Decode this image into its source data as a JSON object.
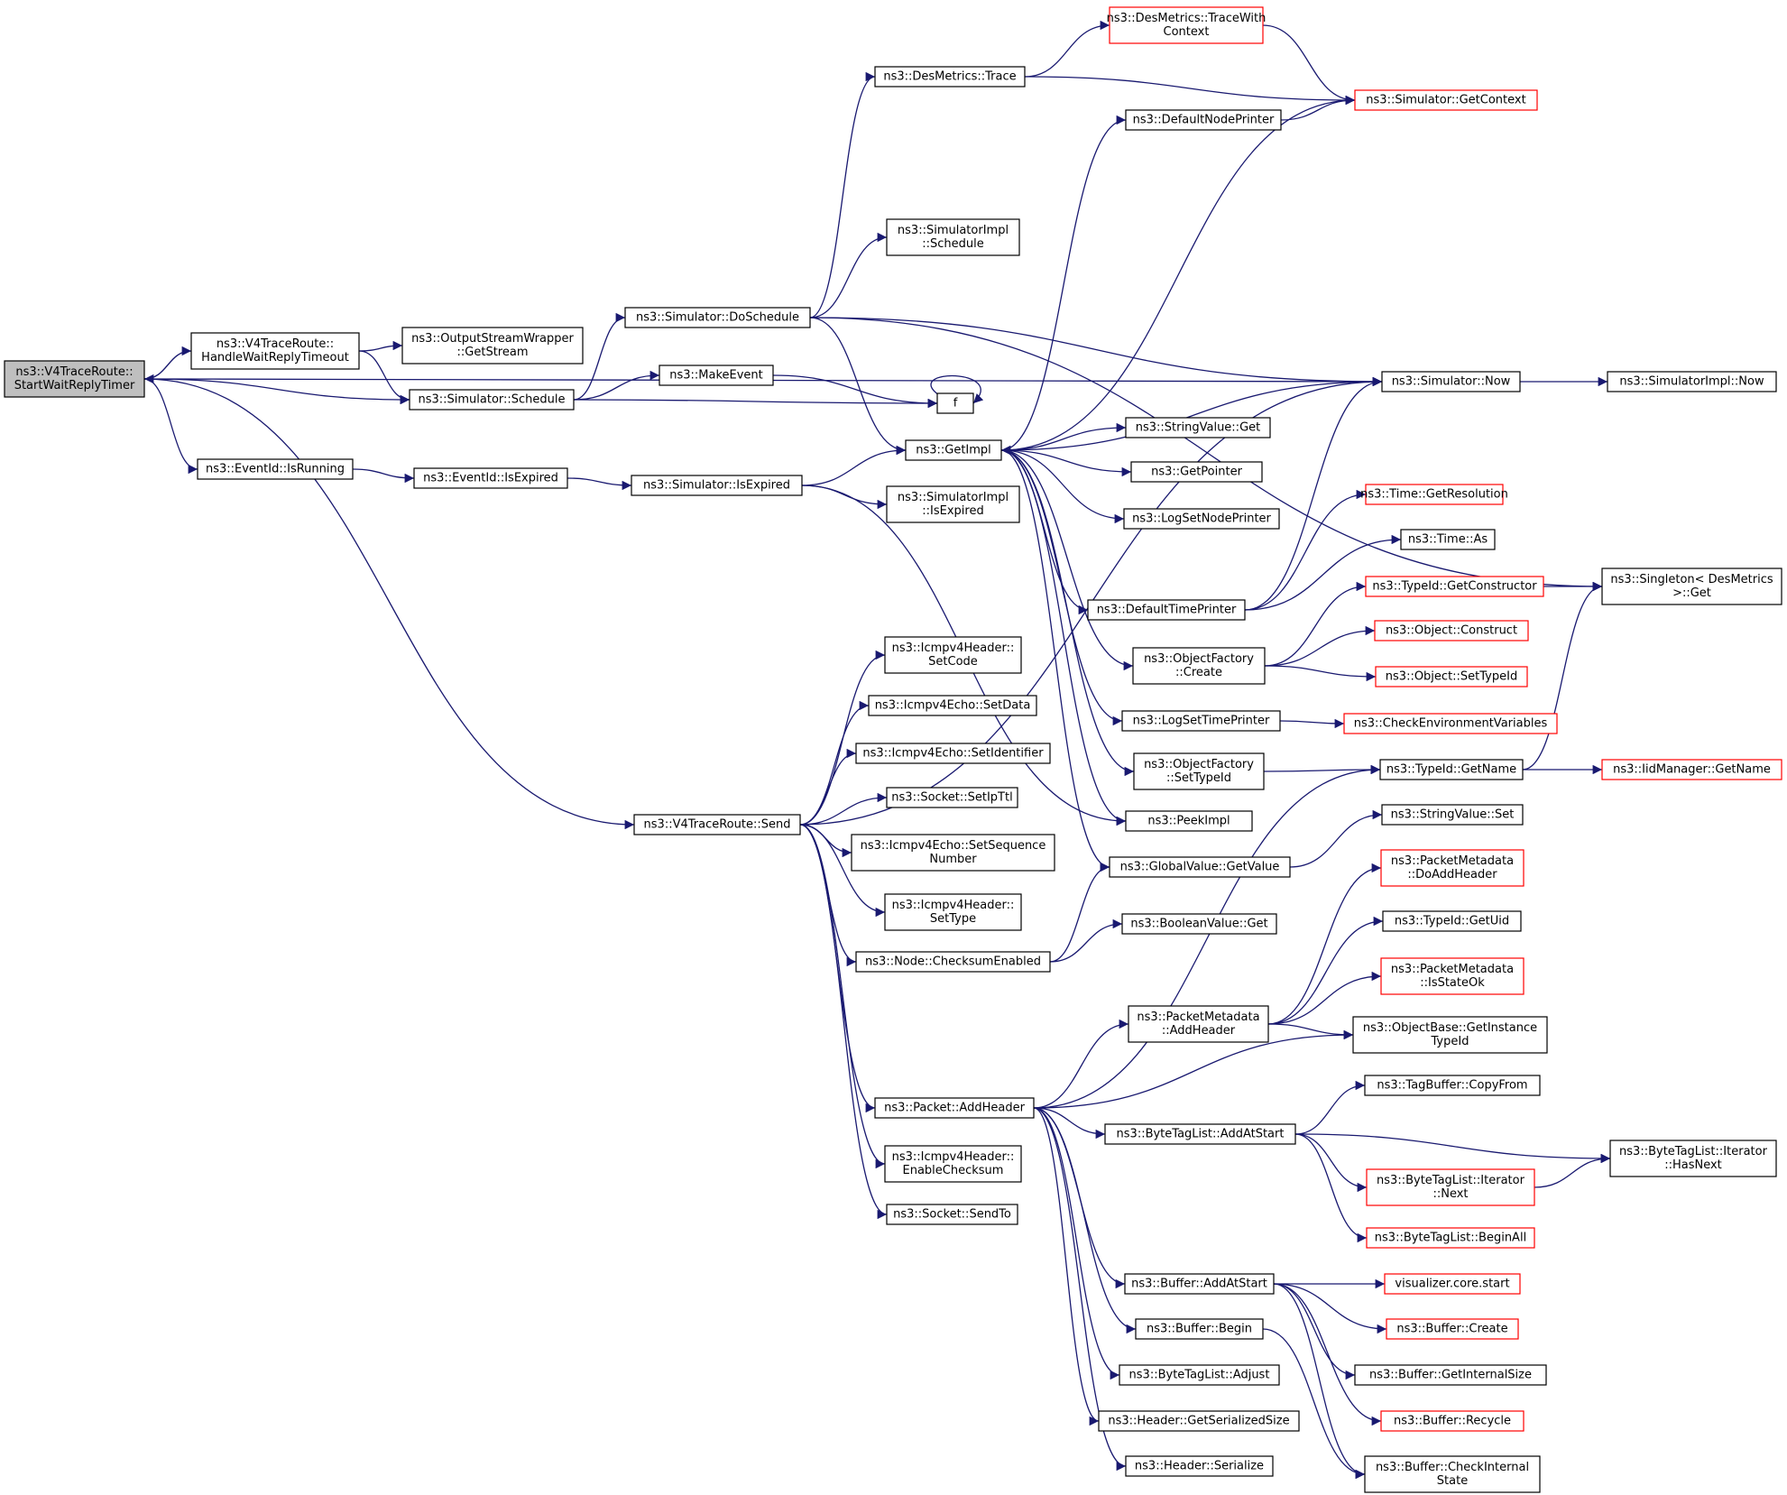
{
  "graph": {
    "nodes": [
      {
        "id": "root",
        "lines": [
          "ns3::V4TraceRoute::",
          "StartWaitReplyTimer"
        ],
        "style": "root"
      },
      {
        "id": "handle",
        "lines": [
          "ns3::V4TraceRoute::",
          "HandleWaitReplyTimeout"
        ]
      },
      {
        "id": "osw",
        "lines": [
          "ns3::OutputStreamWrapper",
          "::GetStream"
        ]
      },
      {
        "id": "schedule",
        "lines": [
          "ns3::Simulator::Schedule"
        ]
      },
      {
        "id": "doschedule",
        "lines": [
          "ns3::Simulator::DoSchedule"
        ]
      },
      {
        "id": "makeevent",
        "lines": [
          "ns3::MakeEvent"
        ]
      },
      {
        "id": "f",
        "lines": [
          "f"
        ]
      },
      {
        "id": "desmetrics",
        "lines": [
          "ns3::DesMetrics::Trace"
        ]
      },
      {
        "id": "tracewith",
        "lines": [
          "ns3::DesMetrics::TraceWith",
          "Context"
        ],
        "style": "red"
      },
      {
        "id": "getcontext",
        "lines": [
          "ns3::Simulator::GetContext"
        ],
        "style": "red"
      },
      {
        "id": "defnodeprinter",
        "lines": [
          "ns3::DefaultNodePrinter"
        ]
      },
      {
        "id": "simimplsched",
        "lines": [
          "ns3::SimulatorImpl",
          "::Schedule"
        ]
      },
      {
        "id": "now",
        "lines": [
          "ns3::Simulator::Now"
        ]
      },
      {
        "id": "simimplnow",
        "lines": [
          "ns3::SimulatorImpl::Now"
        ]
      },
      {
        "id": "getimpl",
        "lines": [
          "ns3::GetImpl"
        ]
      },
      {
        "id": "strget",
        "lines": [
          "ns3::StringValue::Get"
        ]
      },
      {
        "id": "getpointer",
        "lines": [
          "ns3::GetPointer"
        ]
      },
      {
        "id": "logsetnode",
        "lines": [
          "ns3::LogSetNodePrinter"
        ]
      },
      {
        "id": "isrunning",
        "lines": [
          "ns3::EventId::IsRunning"
        ]
      },
      {
        "id": "evexpired",
        "lines": [
          "ns3::EventId::IsExpired"
        ]
      },
      {
        "id": "simexpired",
        "lines": [
          "ns3::Simulator::IsExpired"
        ]
      },
      {
        "id": "simimplexpired",
        "lines": [
          "ns3::SimulatorImpl",
          "::IsExpired"
        ]
      },
      {
        "id": "timeres",
        "lines": [
          "ns3::Time::GetResolution"
        ],
        "style": "red"
      },
      {
        "id": "timeas",
        "lines": [
          "ns3::Time::As"
        ]
      },
      {
        "id": "deftimeprinter",
        "lines": [
          "ns3::DefaultTimePrinter"
        ]
      },
      {
        "id": "getctor",
        "lines": [
          "ns3::TypeId::GetConstructor"
        ],
        "style": "red"
      },
      {
        "id": "singleton",
        "lines": [
          "ns3::Singleton< DesMetrics",
          ">::Get"
        ]
      },
      {
        "id": "objconstruct",
        "lines": [
          "ns3::Object::Construct"
        ],
        "style": "red"
      },
      {
        "id": "ofcreate",
        "lines": [
          "ns3::ObjectFactory",
          "::Create"
        ]
      },
      {
        "id": "objsettype",
        "lines": [
          "ns3::Object::SetTypeId"
        ],
        "style": "red"
      },
      {
        "id": "logsettime",
        "lines": [
          "ns3::LogSetTimePrinter"
        ]
      },
      {
        "id": "checkenv",
        "lines": [
          "ns3::CheckEnvironmentVariables"
        ],
        "style": "red"
      },
      {
        "id": "ofsettype",
        "lines": [
          "ns3::ObjectFactory",
          "::SetTypeId"
        ]
      },
      {
        "id": "tidgetname",
        "lines": [
          "ns3::TypeId::GetName"
        ]
      },
      {
        "id": "iidgetname",
        "lines": [
          "ns3::IidManager::GetName"
        ],
        "style": "red"
      },
      {
        "id": "peekimpl",
        "lines": [
          "ns3::PeekImpl"
        ]
      },
      {
        "id": "strset",
        "lines": [
          "ns3::StringValue::Set"
        ]
      },
      {
        "id": "gvgetvalue",
        "lines": [
          "ns3::GlobalValue::GetValue"
        ]
      },
      {
        "id": "boolget",
        "lines": [
          "ns3::BooleanValue::Get"
        ]
      },
      {
        "id": "setcode",
        "lines": [
          "ns3::Icmpv4Header::",
          "SetCode"
        ]
      },
      {
        "id": "setdata",
        "lines": [
          "ns3::Icmpv4Echo::SetData"
        ]
      },
      {
        "id": "setident",
        "lines": [
          "ns3::Icmpv4Echo::SetIdentifier"
        ]
      },
      {
        "id": "setipttl",
        "lines": [
          "ns3::Socket::SetIpTtl"
        ]
      },
      {
        "id": "setseq",
        "lines": [
          "ns3::Icmpv4Echo::SetSequence",
          "Number"
        ]
      },
      {
        "id": "settype",
        "lines": [
          "ns3::Icmpv4Header::",
          "SetType"
        ]
      },
      {
        "id": "send",
        "lines": [
          "ns3::V4TraceRoute::Send"
        ]
      },
      {
        "id": "checksumenabled",
        "lines": [
          "ns3::Node::ChecksumEnabled"
        ]
      },
      {
        "id": "pmdoadd",
        "lines": [
          "ns3::PacketMetadata",
          "::DoAddHeader"
        ],
        "style": "red"
      },
      {
        "id": "getuid",
        "lines": [
          "ns3::TypeId::GetUid"
        ]
      },
      {
        "id": "pmstateok",
        "lines": [
          "ns3::PacketMetadata",
          "::IsStateOk"
        ],
        "style": "red"
      },
      {
        "id": "pmaddheader",
        "lines": [
          "ns3::PacketMetadata",
          "::AddHeader"
        ]
      },
      {
        "id": "getinstance",
        "lines": [
          "ns3::ObjectBase::GetInstance",
          "TypeId"
        ]
      },
      {
        "id": "pktaddheader",
        "lines": [
          "ns3::Packet::AddHeader"
        ]
      },
      {
        "id": "tagcopy",
        "lines": [
          "ns3::TagBuffer::CopyFrom"
        ]
      },
      {
        "id": "btladdstart",
        "lines": [
          "ns3::ByteTagList::AddAtStart"
        ]
      },
      {
        "id": "hasnext",
        "lines": [
          "ns3::ByteTagList::Iterator",
          "::HasNext"
        ]
      },
      {
        "id": "itnext",
        "lines": [
          "ns3::ByteTagList::Iterator",
          "::Next"
        ],
        "style": "red"
      },
      {
        "id": "beginall",
        "lines": [
          "ns3::ByteTagList::BeginAll"
        ],
        "style": "red"
      },
      {
        "id": "enablechecksum",
        "lines": [
          "ns3::Icmpv4Header::",
          "EnableChecksum"
        ]
      },
      {
        "id": "sendto",
        "lines": [
          "ns3::Socket::SendTo"
        ]
      },
      {
        "id": "bufaddstart",
        "lines": [
          "ns3::Buffer::AddAtStart"
        ]
      },
      {
        "id": "vizstart",
        "lines": [
          "visualizer.core.start"
        ],
        "style": "red"
      },
      {
        "id": "bufbegin",
        "lines": [
          "ns3::Buffer::Begin"
        ]
      },
      {
        "id": "bufcreate",
        "lines": [
          "ns3::Buffer::Create"
        ],
        "style": "red"
      },
      {
        "id": "bufinternal",
        "lines": [
          "ns3::Buffer::GetInternalSize"
        ]
      },
      {
        "id": "btladjust",
        "lines": [
          "ns3::ByteTagList::Adjust"
        ]
      },
      {
        "id": "bufrecycle",
        "lines": [
          "ns3::Buffer::Recycle"
        ],
        "style": "red"
      },
      {
        "id": "hdrsize",
        "lines": [
          "ns3::Header::GetSerializedSize"
        ]
      },
      {
        "id": "bufcheck",
        "lines": [
          "ns3::Buffer::CheckInternal",
          "State"
        ]
      },
      {
        "id": "hdrserialize",
        "lines": [
          "ns3::Header::Serialize"
        ]
      }
    ],
    "edges": [
      [
        "root",
        "handle"
      ],
      [
        "root",
        "schedule"
      ],
      [
        "root",
        "isrunning"
      ],
      [
        "root",
        "send"
      ],
      [
        "root",
        "now"
      ],
      [
        "handle",
        "root"
      ],
      [
        "handle",
        "osw"
      ],
      [
        "handle",
        "schedule"
      ],
      [
        "schedule",
        "doschedule"
      ],
      [
        "schedule",
        "makeevent"
      ],
      [
        "schedule",
        "f"
      ],
      [
        "makeevent",
        "f"
      ],
      [
        "f",
        "f"
      ],
      [
        "doschedule",
        "desmetrics"
      ],
      [
        "doschedule",
        "simimplsched"
      ],
      [
        "doschedule",
        "now"
      ],
      [
        "doschedule",
        "getimpl"
      ],
      [
        "doschedule",
        "singleton"
      ],
      [
        "desmetrics",
        "tracewith"
      ],
      [
        "desmetrics",
        "getcontext"
      ],
      [
        "tracewith",
        "getcontext"
      ],
      [
        "defnodeprinter",
        "getcontext"
      ],
      [
        "getcontext",
        "getimpl"
      ],
      [
        "now",
        "getimpl"
      ],
      [
        "now",
        "simimplnow"
      ],
      [
        "getimpl",
        "strget"
      ],
      [
        "getimpl",
        "getpointer"
      ],
      [
        "getimpl",
        "logsetnode"
      ],
      [
        "getimpl",
        "deftimeprinter"
      ],
      [
        "getimpl",
        "ofcreate"
      ],
      [
        "getimpl",
        "logsettime"
      ],
      [
        "getimpl",
        "ofsettype"
      ],
      [
        "getimpl",
        "peekimpl"
      ],
      [
        "getimpl",
        "defnodeprinter"
      ],
      [
        "getimpl",
        "gvgetvalue"
      ],
      [
        "isrunning",
        "evexpired"
      ],
      [
        "evexpired",
        "simexpired"
      ],
      [
        "simexpired",
        "getimpl"
      ],
      [
        "simexpired",
        "simimplexpired"
      ],
      [
        "simexpired",
        "peekimpl"
      ],
      [
        "deftimeprinter",
        "now"
      ],
      [
        "deftimeprinter",
        "timeres"
      ],
      [
        "deftimeprinter",
        "timeas"
      ],
      [
        "ofcreate",
        "getctor"
      ],
      [
        "ofcreate",
        "objconstruct"
      ],
      [
        "ofcreate",
        "objsettype"
      ],
      [
        "getctor",
        "singleton"
      ],
      [
        "logsettime",
        "checkenv"
      ],
      [
        "ofsettype",
        "tidgetname"
      ],
      [
        "tidgetname",
        "iidgetname"
      ],
      [
        "tidgetname",
        "singleton"
      ],
      [
        "gvgetvalue",
        "strset"
      ],
      [
        "send",
        "now"
      ],
      [
        "send",
        "setcode"
      ],
      [
        "send",
        "setdata"
      ],
      [
        "send",
        "setident"
      ],
      [
        "send",
        "setipttl"
      ],
      [
        "send",
        "setseq"
      ],
      [
        "send",
        "settype"
      ],
      [
        "send",
        "checksumenabled"
      ],
      [
        "send",
        "pktaddheader"
      ],
      [
        "send",
        "enablechecksum"
      ],
      [
        "send",
        "sendto"
      ],
      [
        "checksumenabled",
        "gvgetvalue"
      ],
      [
        "checksumenabled",
        "boolget"
      ],
      [
        "pktaddheader",
        "tidgetname"
      ],
      [
        "pktaddheader",
        "pmaddheader"
      ],
      [
        "pktaddheader",
        "getinstance"
      ],
      [
        "pktaddheader",
        "btladdstart"
      ],
      [
        "pktaddheader",
        "bufaddstart"
      ],
      [
        "pktaddheader",
        "bufbegin"
      ],
      [
        "pktaddheader",
        "btladjust"
      ],
      [
        "pktaddheader",
        "hdrsize"
      ],
      [
        "pktaddheader",
        "hdrserialize"
      ],
      [
        "pmaddheader",
        "pmdoadd"
      ],
      [
        "pmaddheader",
        "getuid"
      ],
      [
        "pmaddheader",
        "pmstateok"
      ],
      [
        "pmaddheader",
        "getinstance"
      ],
      [
        "btladdstart",
        "tagcopy"
      ],
      [
        "btladdstart",
        "hasnext"
      ],
      [
        "btladdstart",
        "itnext"
      ],
      [
        "btladdstart",
        "beginall"
      ],
      [
        "itnext",
        "hasnext"
      ],
      [
        "bufaddstart",
        "vizstart"
      ],
      [
        "bufaddstart",
        "bufcreate"
      ],
      [
        "bufaddstart",
        "bufinternal"
      ],
      [
        "bufaddstart",
        "bufrecycle"
      ],
      [
        "bufaddstart",
        "bufcheck"
      ],
      [
        "bufbegin",
        "bufcheck"
      ]
    ]
  }
}
